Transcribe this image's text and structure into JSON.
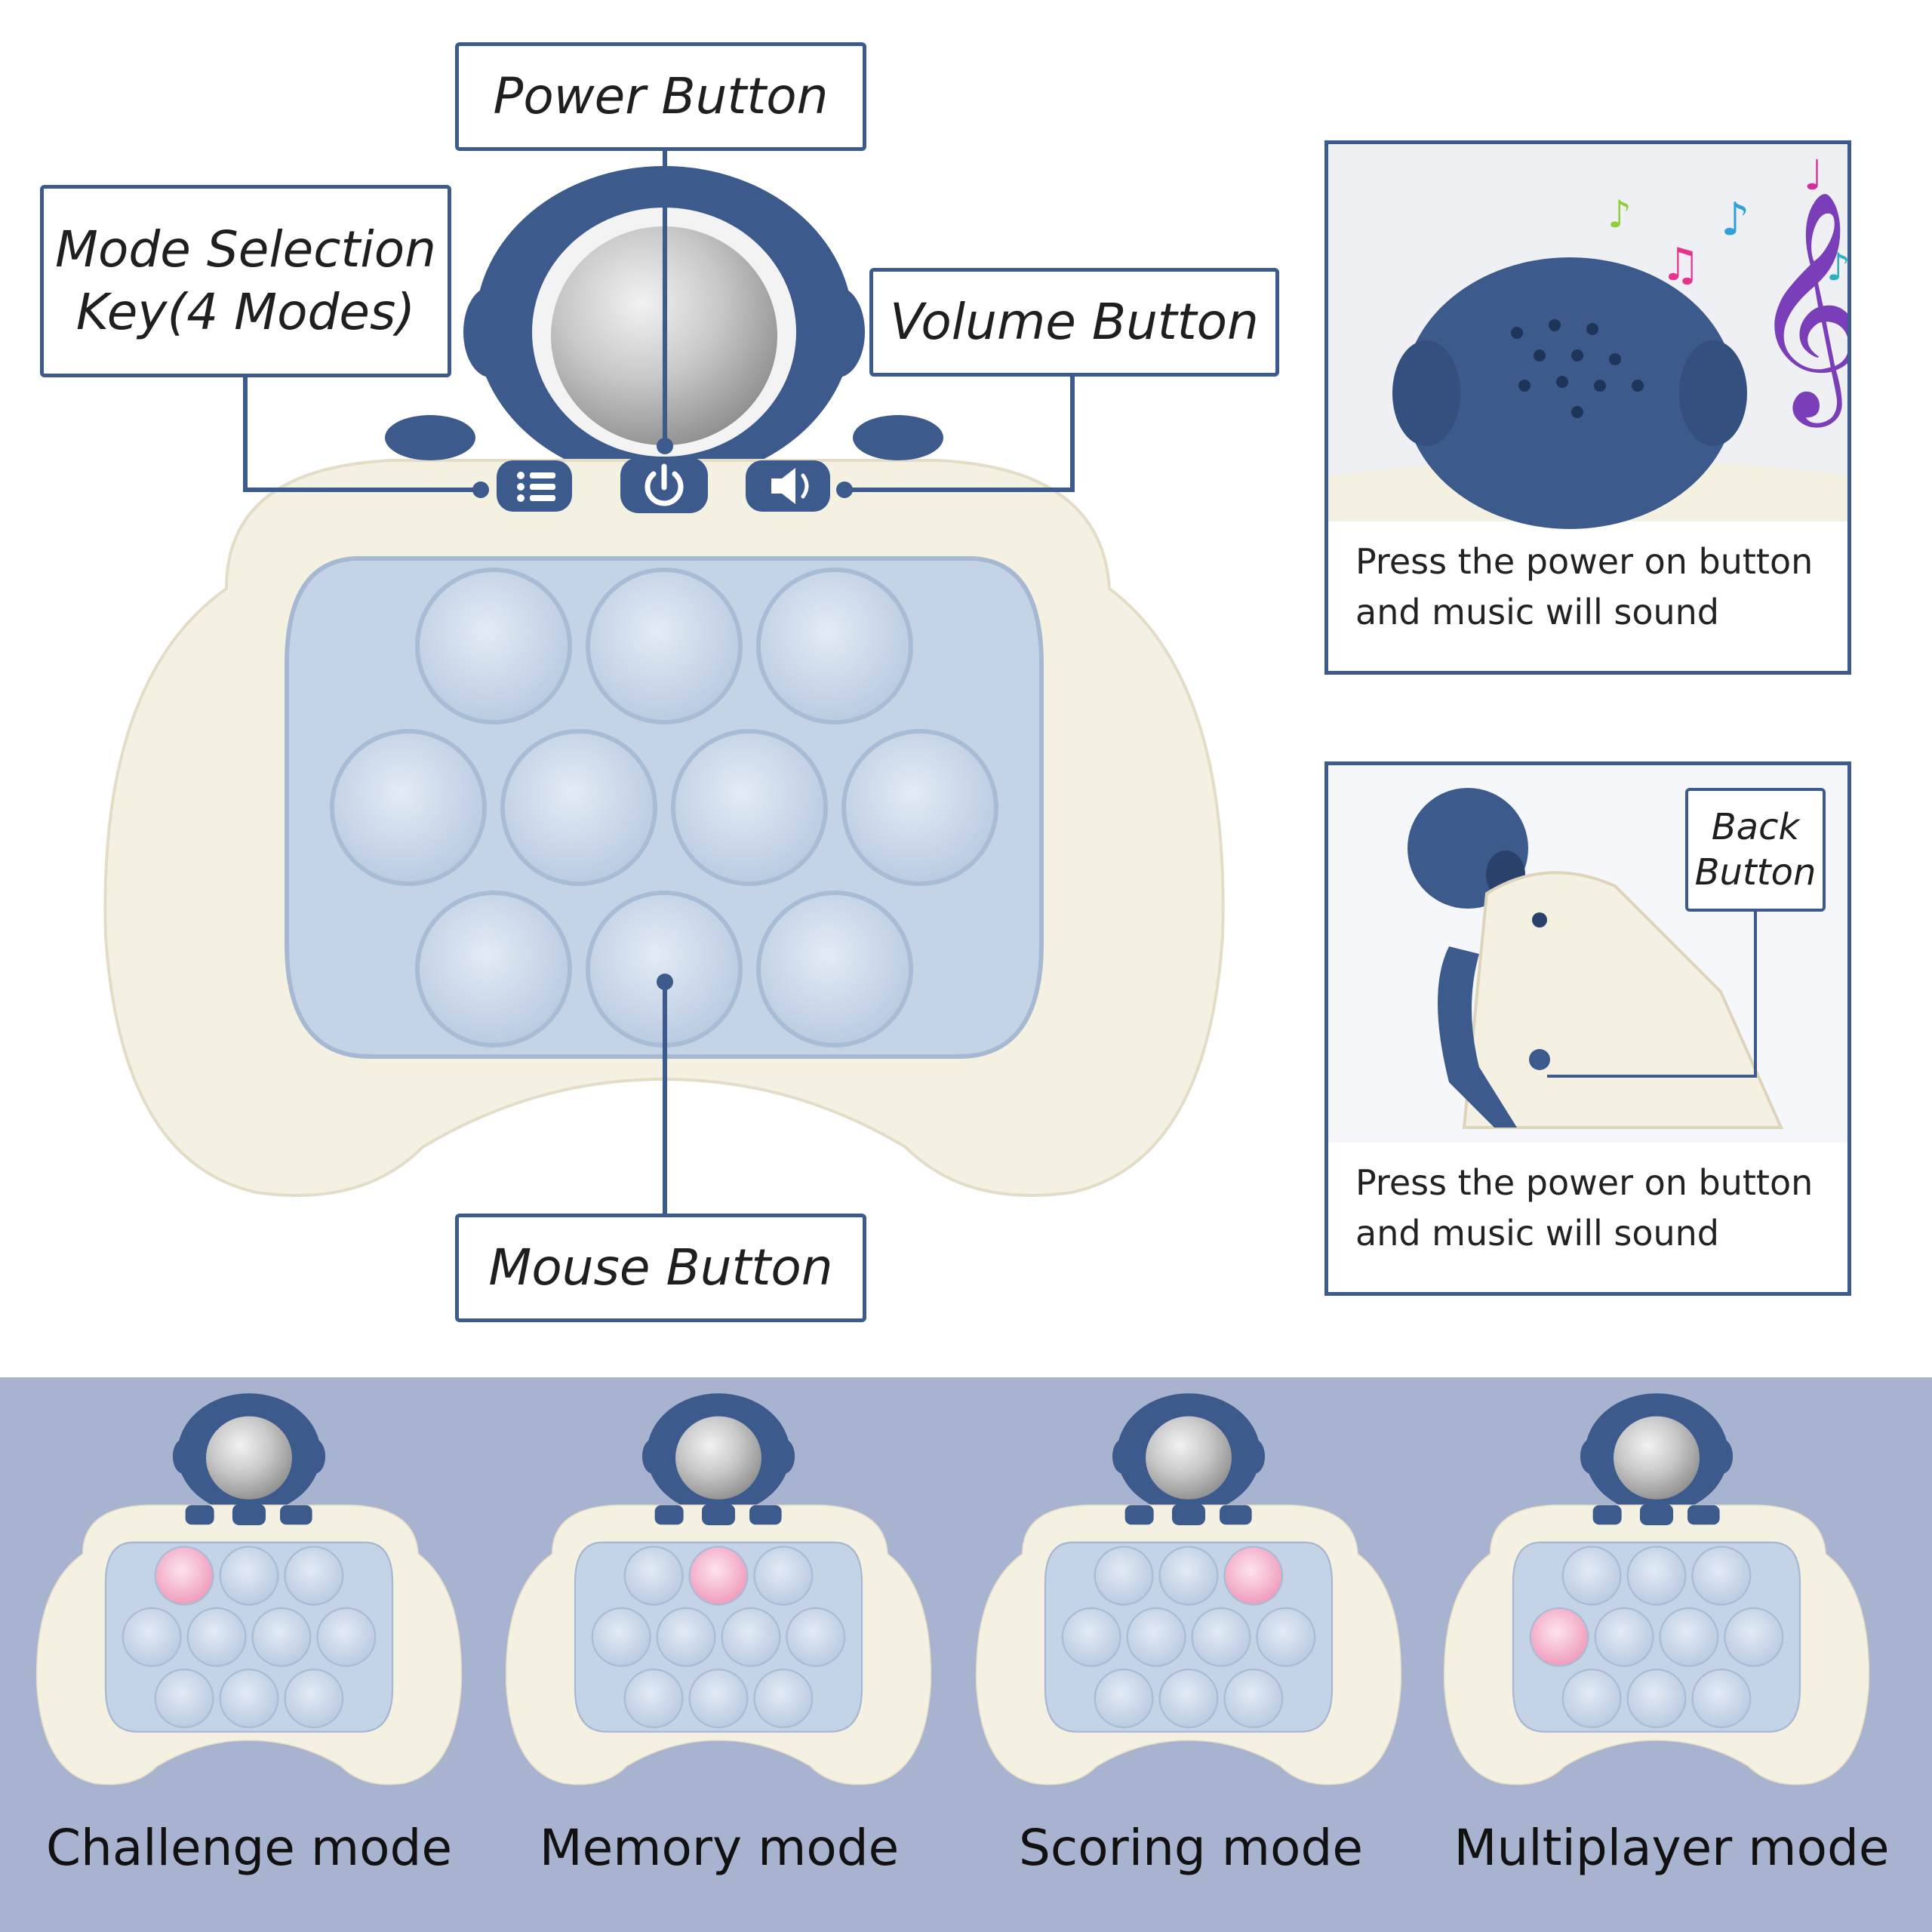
{
  "callouts": {
    "power": "Power Button",
    "mode_line1": "Mode Selection",
    "mode_line2": "Key(4 Modes)",
    "volume": "Volume Button",
    "mouse": "Mouse Button"
  },
  "panels": {
    "top_caption_line1": "Press the power on button",
    "top_caption_line2": "and music will sound",
    "back_line1": "Back",
    "back_line2": "Button",
    "bottom_caption_line1": "Press the power on button",
    "bottom_caption_line2": "and music will sound"
  },
  "modes": [
    {
      "label": "Challenge mode",
      "highlight": 0
    },
    {
      "label": "Memory mode",
      "highlight": 1
    },
    {
      "label": "Scoring mode",
      "highlight": 2
    },
    {
      "label": "Multiplayer mode",
      "highlight": 3
    }
  ],
  "colors": {
    "accent_blue": "#3d5a8c",
    "device_cream": "#f5f1e2",
    "bubble_blue": "#c9d6e8",
    "bubble_pink": "#f2a9c6",
    "band": "#a8b3d0"
  },
  "icons": [
    "menu-icon",
    "power-icon",
    "speaker-icon",
    "music-note-icon"
  ]
}
